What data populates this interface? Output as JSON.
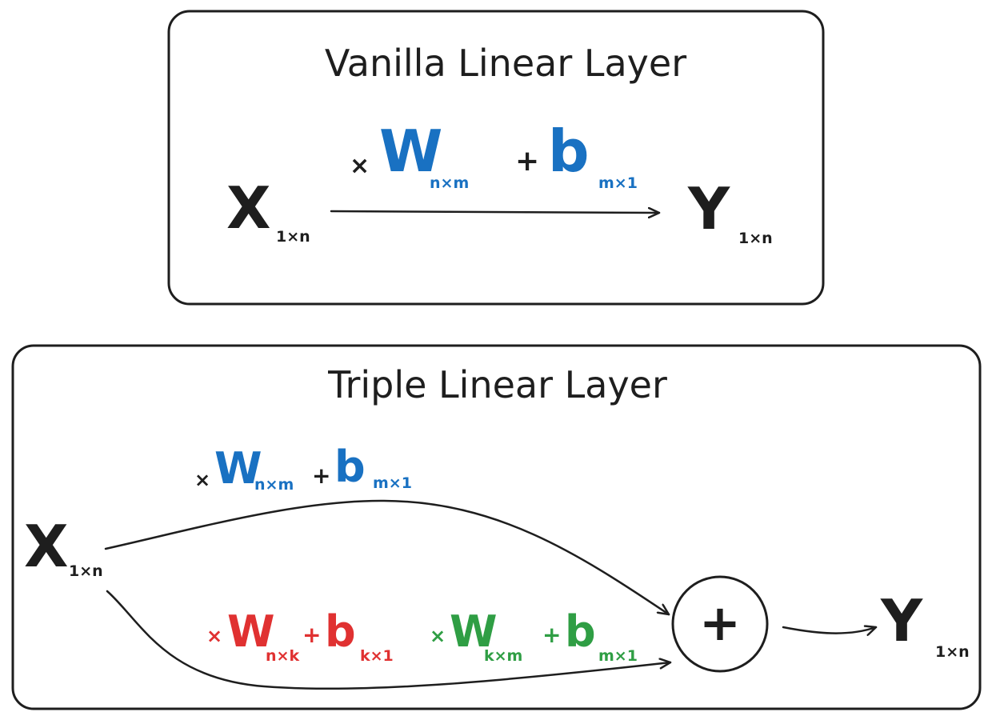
{
  "colors": {
    "ink": "#1e1e1e",
    "blue": "#1971c2",
    "red": "#e03131",
    "green": "#2f9e44"
  },
  "vanilla": {
    "title": "Vanilla Linear Layer",
    "input_var": "X",
    "input_sub": "1×n",
    "times": "×",
    "weight_var": "W",
    "weight_sub": "n×m",
    "plus": "+",
    "bias_var": "b",
    "bias_sub": "m×1",
    "output_var": "Y",
    "output_sub": "1×n"
  },
  "triple": {
    "title": "Triple Linear Layer",
    "input_var": "X",
    "input_sub": "1×n",
    "upper_path": {
      "times": "×",
      "weight_var": "W",
      "weight_sub": "n×m",
      "plus": "+",
      "bias_var": "b",
      "bias_sub": "m×1"
    },
    "lower_path_first": {
      "times": "×",
      "weight_var": "W",
      "weight_sub": "n×k",
      "plus": "+",
      "bias_var": "b",
      "bias_sub": "k×1"
    },
    "lower_path_second": {
      "times": "×",
      "weight_var": "W",
      "weight_sub": "k×m",
      "plus": "+",
      "bias_var": "b",
      "bias_sub": "m×1"
    },
    "sum_symbol": "+",
    "output_var": "Y",
    "output_sub": "1×n"
  }
}
